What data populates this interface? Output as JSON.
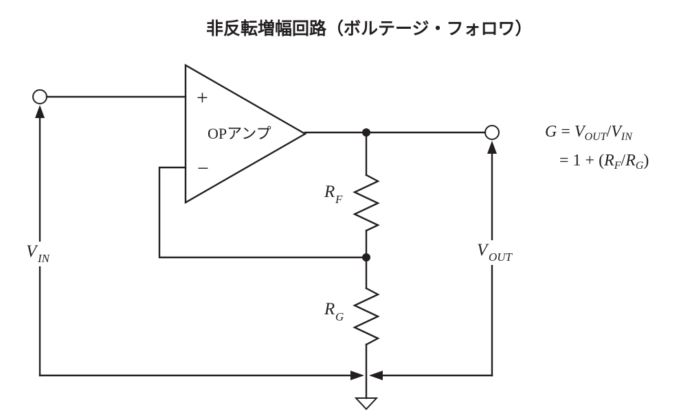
{
  "title": "非反転増幅回路（ボルテージ・フォロワ）",
  "opamp": {
    "label": "OPアンプ",
    "plus": "+",
    "minus": "−"
  },
  "labels": {
    "rf_main": "R",
    "rf_sub": "F",
    "rg_main": "R",
    "rg_sub": "G",
    "vin_main": "V",
    "vin_sub": "IN",
    "vout_main": "V",
    "vout_sub": "OUT"
  },
  "formula": {
    "g": "G",
    "eq": " = ",
    "v": "V",
    "out": "OUT",
    "slash": "/",
    "in": "IN",
    "line2_prefix": "= 1 + (",
    "r1": "R",
    "f": "F",
    "r2": "R",
    "g_sub": "G",
    "close": ")"
  }
}
